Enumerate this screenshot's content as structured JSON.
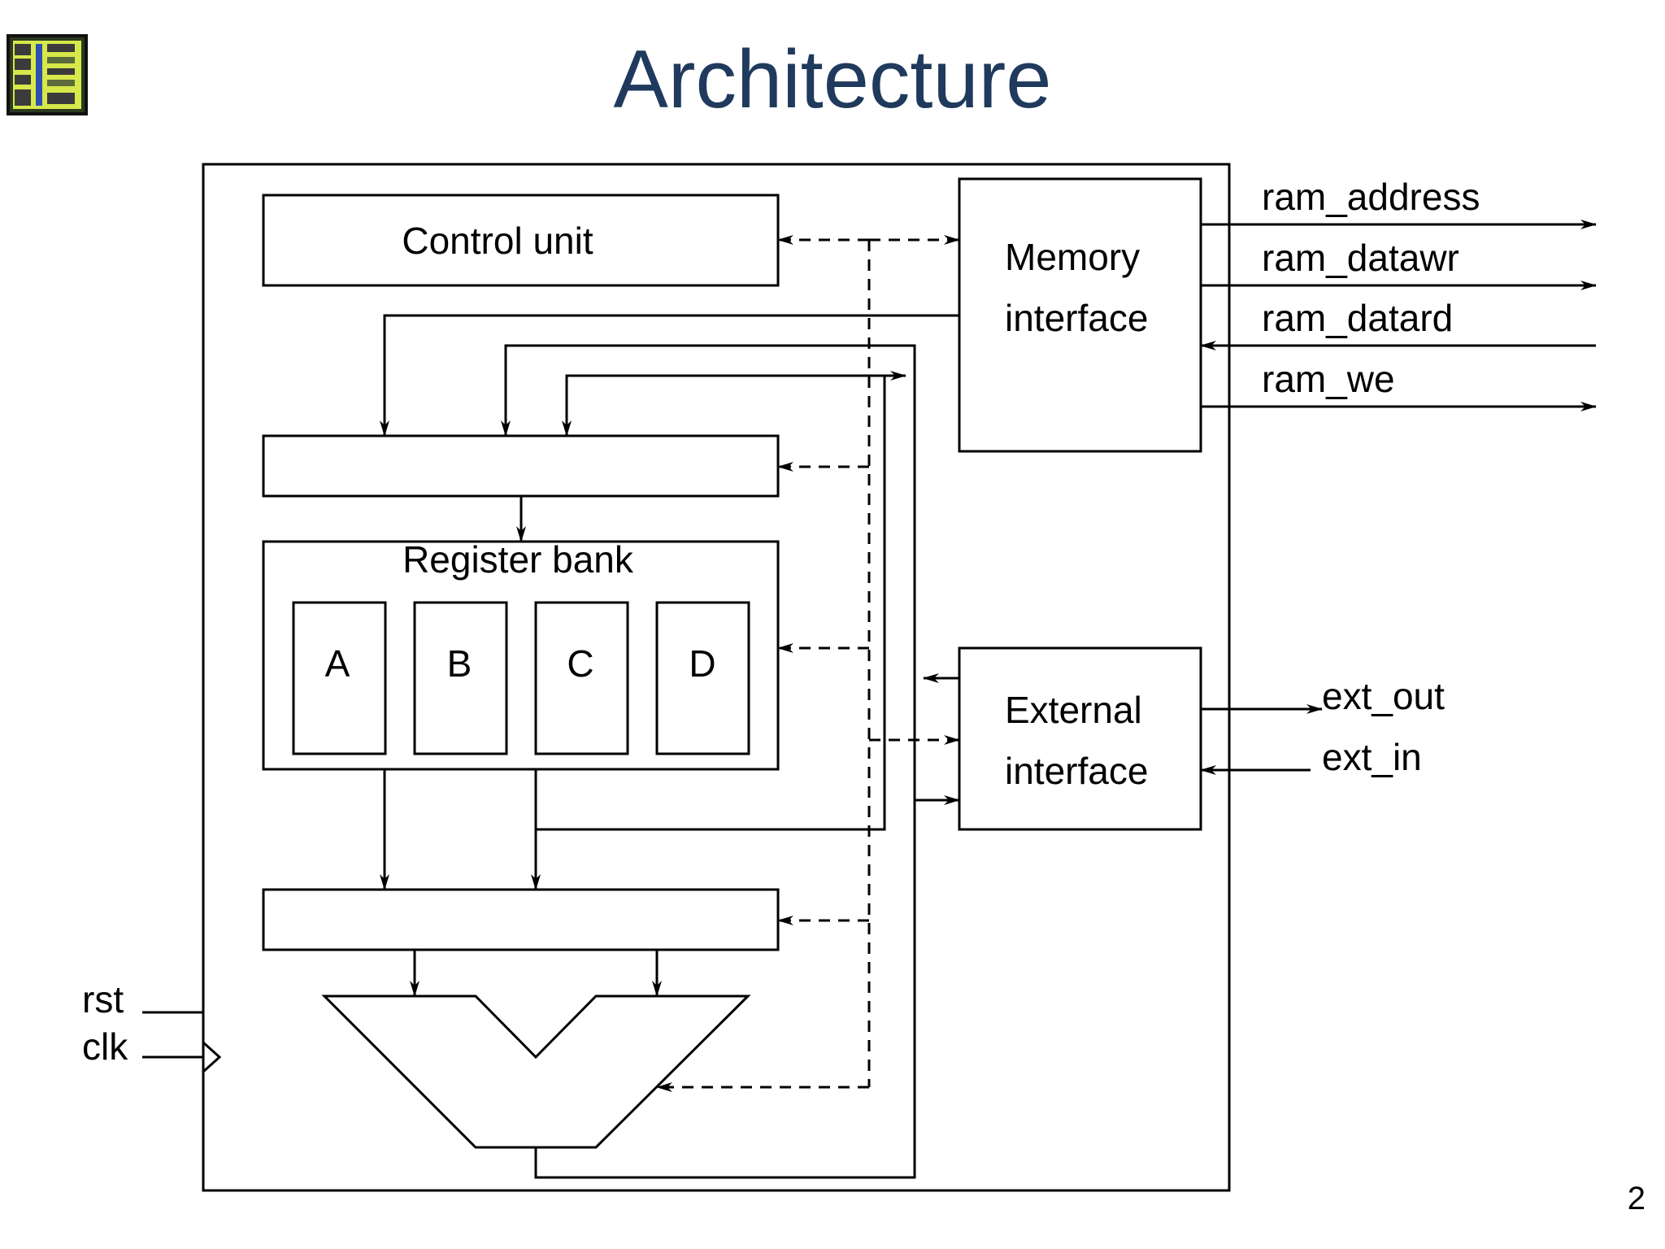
{
  "slide": {
    "title": "Architecture",
    "page_number": "2"
  },
  "blocks": {
    "control_unit": "Control unit",
    "memory_interface_line1": "Memory",
    "memory_interface_line2": "interface",
    "register_bank": "Register bank",
    "register_a": "A",
    "register_b": "B",
    "register_c": "C",
    "register_d": "D",
    "external_interface_line1": "External",
    "external_interface_line2": "interface"
  },
  "signals": {
    "ram_address": "ram_address",
    "ram_datawr": "ram_datawr",
    "ram_datard": "ram_datard",
    "ram_we": "ram_we",
    "ext_out": "ext_out",
    "ext_in": "ext_in",
    "rst": "rst",
    "clk": "clk"
  },
  "colors": {
    "title": "#1f3a5c",
    "lines": "#000000",
    "logo_background": "#d6e84a"
  }
}
